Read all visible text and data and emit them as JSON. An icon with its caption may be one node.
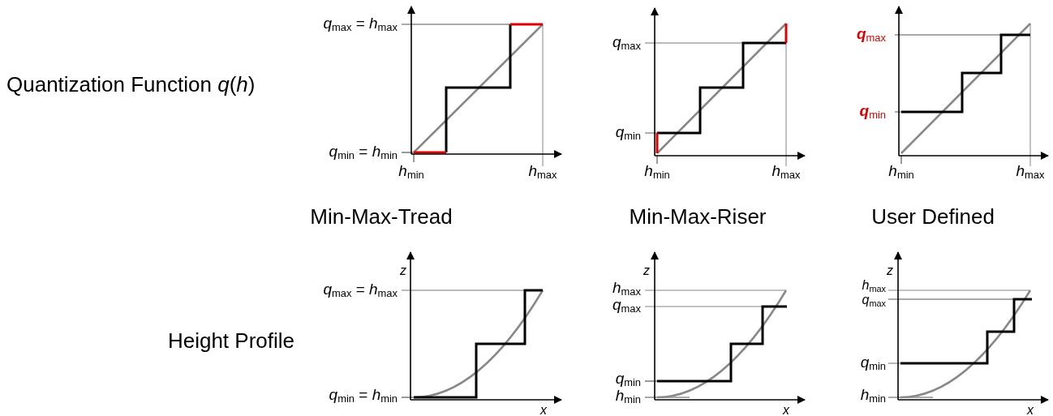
{
  "diagram": {
    "labels": [
      "Quantization Function *q*(*h*)",
      "*q*$_{max}$ = *h*$_{max}$",
      "*q*$_{min}$ = *h*$_{min}$",
      "*h*$_{min}$",
      "*h*$_{max}$",
      "*q*$_{max}$",
      "*q*$_{min}$",
      "*h*$_{min}$",
      "*h*$_{max}$",
      "*q*$_{max}$",
      "*q*$_{min}$",
      "*h*$_{min}$",
      "*h*$_{max}$",
      "Min-Max-Tread",
      "Min-Max-Riser",
      "User Defined",
      "Height Profile",
      "z",
      "*q*$_{max}$ = *h*$_{max}$",
      "*q*$_{min}$ = *h*$_{min}$",
      "x",
      "z",
      "*h*$_{max}$",
      "*q*$_{max}$",
      "*q*$_{min}$",
      "*h*$_{min}$",
      "x",
      "z",
      "*h*$_{max}$",
      "*q*$_{max}$",
      "*q*$_{min}$",
      "*h*$_{min}$",
      "x"
    ]
  }
}
